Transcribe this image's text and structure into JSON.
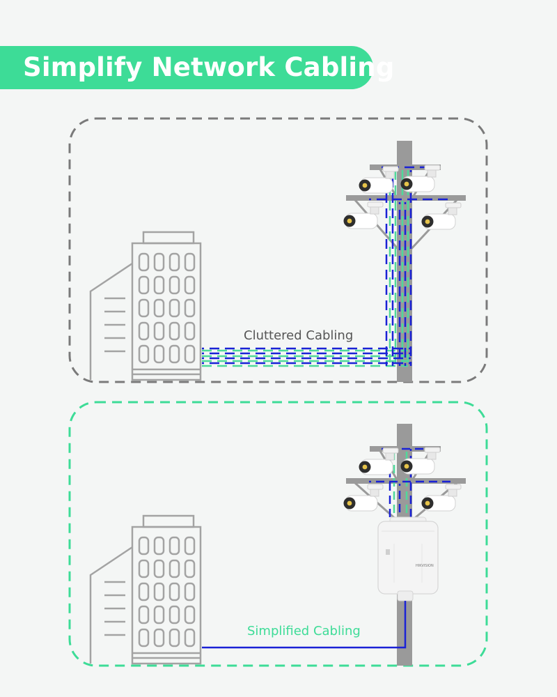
{
  "header": {
    "title": "Simplify Network Cabling"
  },
  "panels": {
    "top": {
      "label": "Cluttered Cabling"
    },
    "bottom": {
      "label": "Simplified Cabling"
    }
  },
  "device": {
    "brand": "HIKVISION"
  },
  "colors": {
    "accent": "#3ddc97",
    "cable_blue": "#1a22d6",
    "cable_green": "#4fd99b",
    "frame_gray": "#7a7a7a",
    "outline_gray": "#a3a3a3",
    "pole_gray": "#9a9a9a",
    "label_gray": "#555555",
    "label_green": "#3ddc97"
  }
}
